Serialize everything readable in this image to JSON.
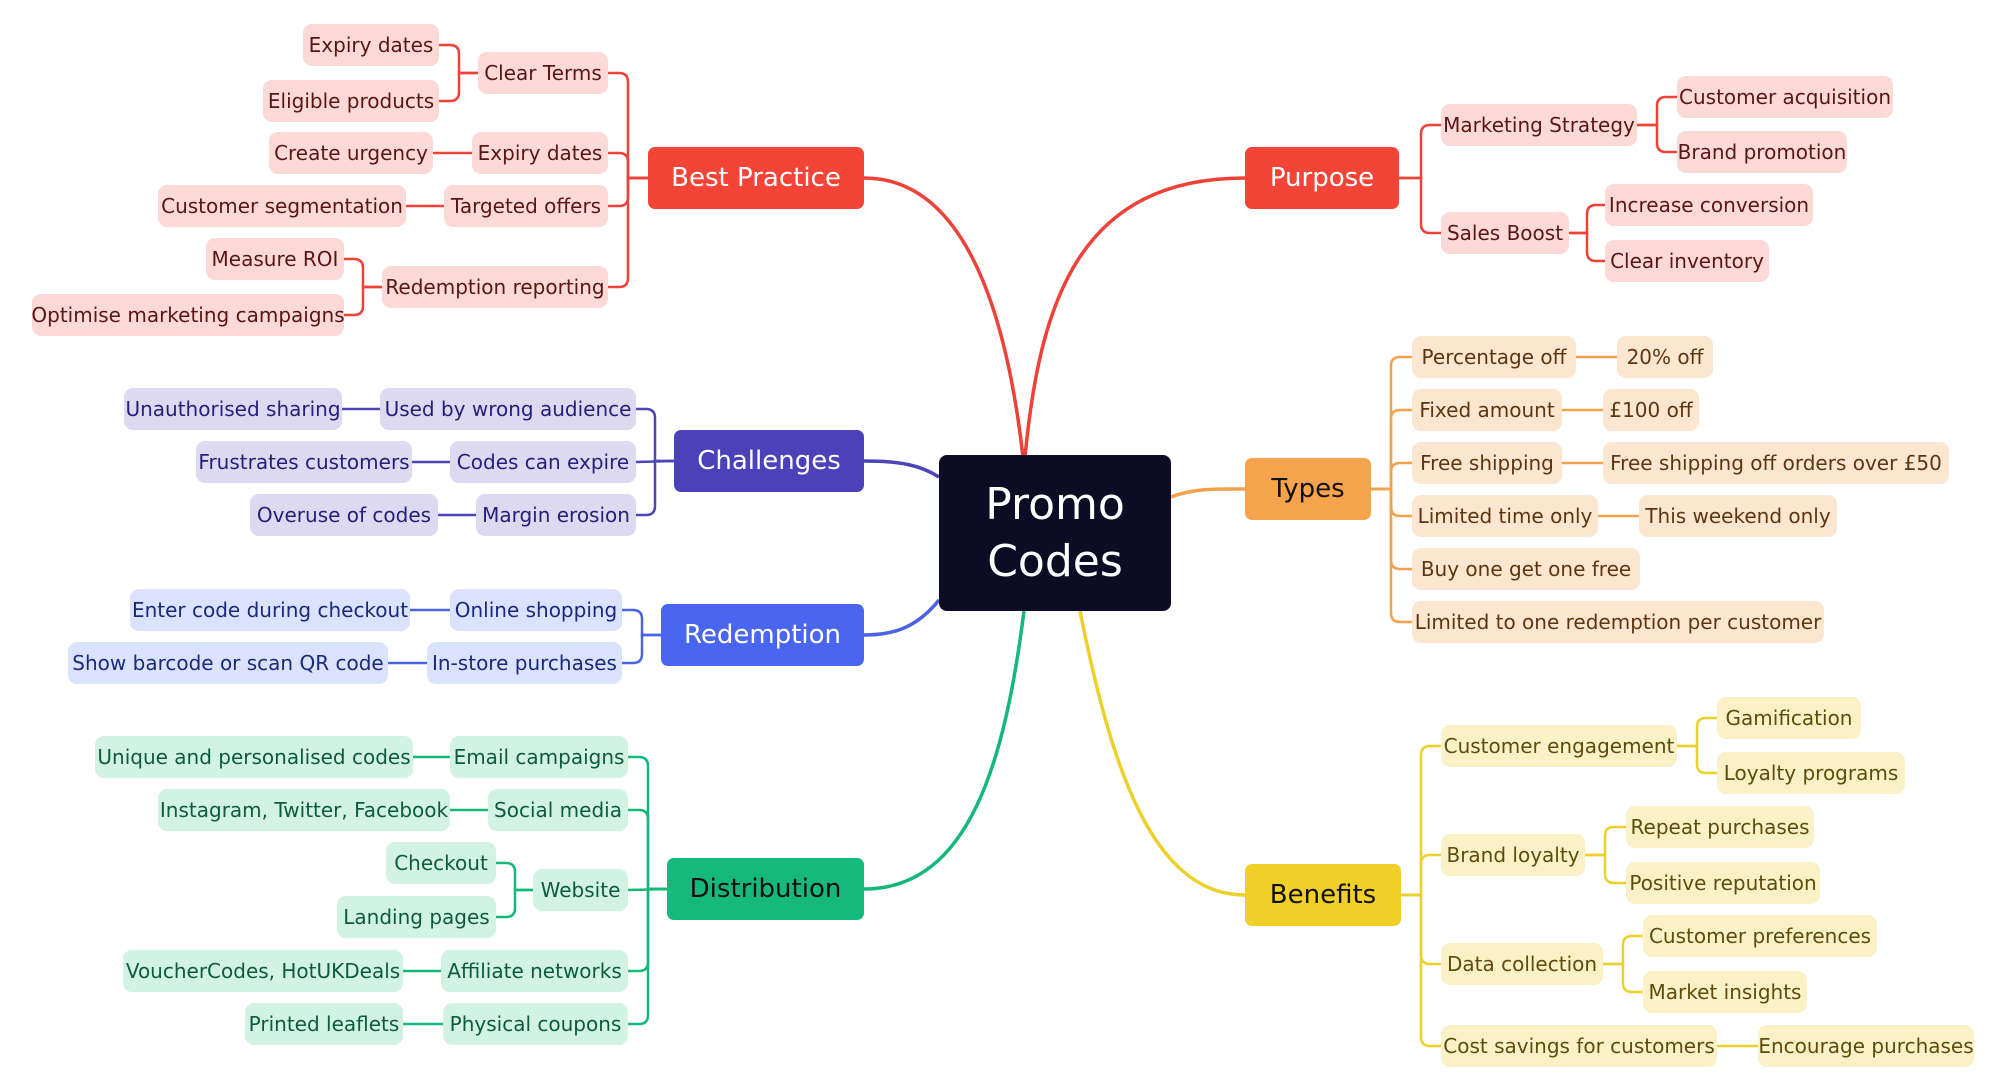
{
  "center": "Promo Codes",
  "colors": {
    "red": {
      "main": "#f24437",
      "leaf_bg": "#fbd9d6",
      "text": "#5a1616",
      "line": "#ee4138"
    },
    "orange": {
      "main": "#f5a34c",
      "leaf_bg": "#fce6cf",
      "text": "#5c3611",
      "line": "#f4a14c"
    },
    "yellow": {
      "main": "#f0cf28",
      "leaf_bg": "#fbf1c7",
      "text": "#5d4c0c",
      "line": "#ecd02c"
    },
    "indigo": {
      "main": "#4c41b8",
      "leaf_bg": "#dcd9f1",
      "text": "#27207a",
      "line": "#4b45b5"
    },
    "blue": {
      "main": "#4a66f0",
      "leaf_bg": "#dbe2fd",
      "text": "#1a2a7a",
      "line": "#4a63e6"
    },
    "green": {
      "main": "#14b97b",
      "leaf_bg": "#d2f2e4",
      "text": "#0c5c3c",
      "line": "#14b87a"
    }
  },
  "branches": {
    "purpose": {
      "label": "Purpose",
      "marketing": "Marketing Strategy",
      "customer_acquisition": "Customer acquisition",
      "brand_promotion": "Brand promotion",
      "sales_boost": "Sales Boost",
      "increase_conversion": "Increase conversion",
      "clear_inventory": "Clear inventory"
    },
    "types": {
      "label": "Types",
      "percentage_off": "Percentage off",
      "twenty_off": "20% off",
      "fixed_amount": "Fixed amount",
      "hundred_off": "£100 off",
      "free_shipping": "Free shipping",
      "free_shipping_50": "Free shipping off orders over £50",
      "limited_time": "Limited time only",
      "weekend": "This weekend only",
      "bogof": "Buy one get one free",
      "one_redemption": "Limited to one redemption per customer"
    },
    "benefits": {
      "label": "Benefits",
      "engagement": "Customer engagement",
      "gamification": "Gamification",
      "loyalty_programs": "Loyalty programs",
      "brand_loyalty": "Brand loyalty",
      "repeat_purchases": "Repeat purchases",
      "positive_reputation": "Positive reputation",
      "data_collection": "Data collection",
      "customer_preferences": "Customer preferences",
      "market_insights": "Market insights",
      "cost_savings": "Cost savings for customers",
      "encourage_purchases": "Encourage purchases"
    },
    "best_practice": {
      "label": "Best Practice",
      "clear_terms": "Clear Terms",
      "expiry_dates_1": "Expiry dates",
      "eligible_products": "Eligible products",
      "expiry_dates_2": "Expiry dates",
      "create_urgency": "Create urgency",
      "targeted_offers": "Targeted offers",
      "customer_segmentation": "Customer segmentation",
      "redemption_reporting": "Redemption reporting",
      "measure_roi": "Measure ROI",
      "optimise_campaigns": "Optimise marketing campaigns"
    },
    "challenges": {
      "label": "Challenges",
      "wrong_audience": "Used by wrong audience",
      "unauthorised_sharing": "Unauthorised sharing",
      "codes_expire": "Codes can expire",
      "frustrates": "Frustrates customers",
      "margin_erosion": "Margin erosion",
      "overuse": "Overuse of codes"
    },
    "redemption": {
      "label": "Redemption",
      "online_shopping": "Online shopping",
      "enter_code": "Enter code during checkout",
      "in_store": "In-store purchases",
      "show_barcode": "Show barcode or scan QR code"
    },
    "distribution": {
      "label": "Distribution",
      "email_campaigns": "Email campaigns",
      "unique_codes": "Unique and personalised codes",
      "social_media": "Social media",
      "social_platforms": "Instagram, Twitter, Facebook",
      "website": "Website",
      "checkout": "Checkout",
      "landing_pages": "Landing pages",
      "affiliate_networks": "Affiliate networks",
      "voucher_sites": "VoucherCodes, HotUKDeals",
      "physical_coupons": "Physical coupons",
      "printed_leaflets": "Printed leaflets"
    }
  }
}
